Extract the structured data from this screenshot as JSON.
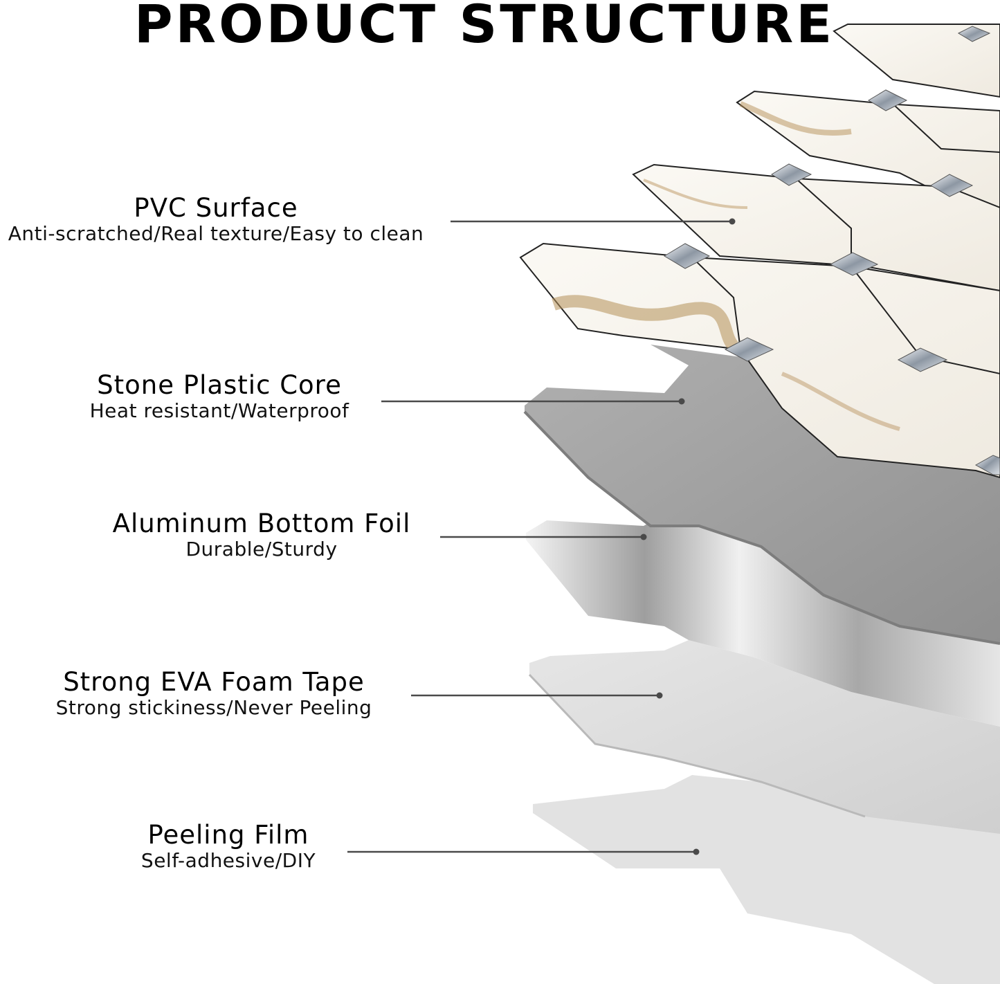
{
  "title": "PRODUCT STRUCTURE",
  "layers": [
    {
      "name": "PVC Surface",
      "description": "Anti-scratched/Real texture/Easy to clean"
    },
    {
      "name": "Stone Plastic Core",
      "description": "Heat resistant/Waterproof"
    },
    {
      "name": "Aluminum Bottom Foil",
      "description": "Durable/Sturdy"
    },
    {
      "name": "Strong EVA Foam Tape",
      "description": "Strong stickiness/Never Peeling"
    },
    {
      "name": "Peeling Film",
      "description": "Self-adhesive/DIY"
    }
  ],
  "colors": {
    "leader_line": "#4a4a4a",
    "marble_base": "#f6f3ec",
    "marble_vein": "#b58f58",
    "core_grey": "#9b9b9b",
    "foil_silver": "#c9c9c9",
    "foam_light": "#d8d8d8",
    "film_light": "#e4e4e4"
  }
}
